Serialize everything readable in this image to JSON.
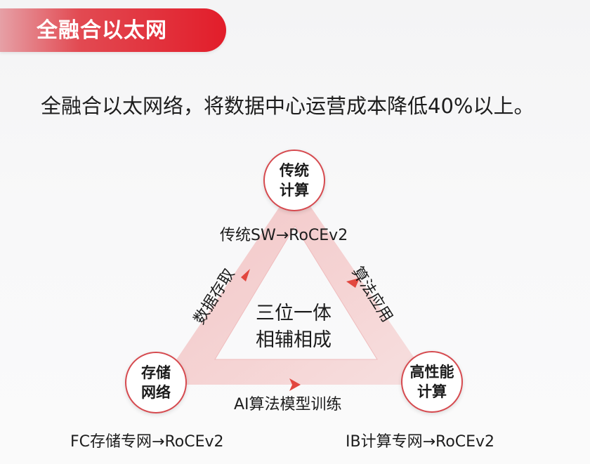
{
  "header": {
    "title": "全融合以太网",
    "accent_color": "#e21d2a"
  },
  "subtitle": "全融合以太网络，将数据中心运营成本降低40%以上。",
  "diagram": {
    "center_line1": "三位一体",
    "center_line2": "相辅相成",
    "nodes": {
      "top": {
        "line1": "传统",
        "line2": "计算"
      },
      "left": {
        "line1": "存储",
        "line2": "网络"
      },
      "right": {
        "line1": "高性能",
        "line2": "计算"
      }
    },
    "edges": {
      "left": "数据存取",
      "right": "算法应用",
      "bottom": "AI算法模型训练"
    },
    "captions": {
      "top": "传统SW→RoCEv2",
      "left": "FC存储专网→RoCEv2",
      "right": "IB计算专网→RoCEv2"
    },
    "colors": {
      "triangle_fill": "#f3c9c9",
      "node_border": "#d64a4f",
      "arrow": "#e2473f"
    }
  }
}
